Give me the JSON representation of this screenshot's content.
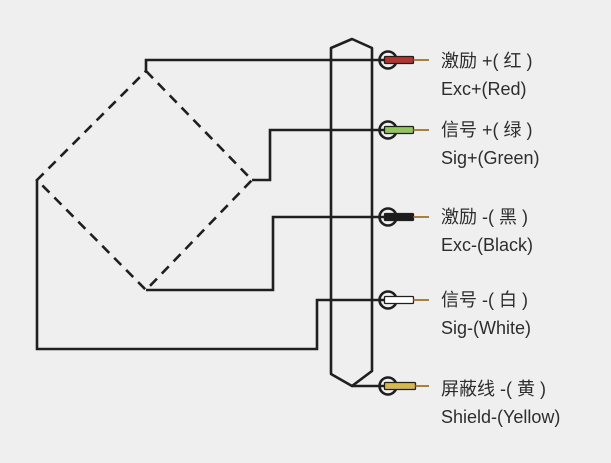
{
  "diagram": {
    "background_color": "#f0efef",
    "line_color": "#1f1f1f",
    "text_color": "#2d2d2d",
    "copper_color": "#a9813b",
    "icons": {
      "bridge": "dashed-diamond-wheatstone-bridge",
      "cable": "cable-sheath-outline",
      "terminal": "ring-terminal-with-wire-tip"
    },
    "wires": [
      {
        "id": "exc-plus",
        "cn": "激励 +( 红 )",
        "en": "Exc+(Red)",
        "color": "#b23430"
      },
      {
        "id": "sig-plus",
        "cn": "信号 +( 绿 )",
        "en": "Sig+(Green)",
        "color": "#93c45e"
      },
      {
        "id": "exc-minus",
        "cn": "激励 -( 黑 )",
        "en": "Exc-(Black)",
        "color": "#1c1c1c"
      },
      {
        "id": "sig-minus",
        "cn": "信号 -( 白 )",
        "en": "Sig-(White)",
        "color": "#ffffff"
      },
      {
        "id": "shield",
        "cn": "屏蔽线 -( 黄 )",
        "en": "Shield-(Yellow)",
        "color": "#d6b94e"
      }
    ]
  }
}
